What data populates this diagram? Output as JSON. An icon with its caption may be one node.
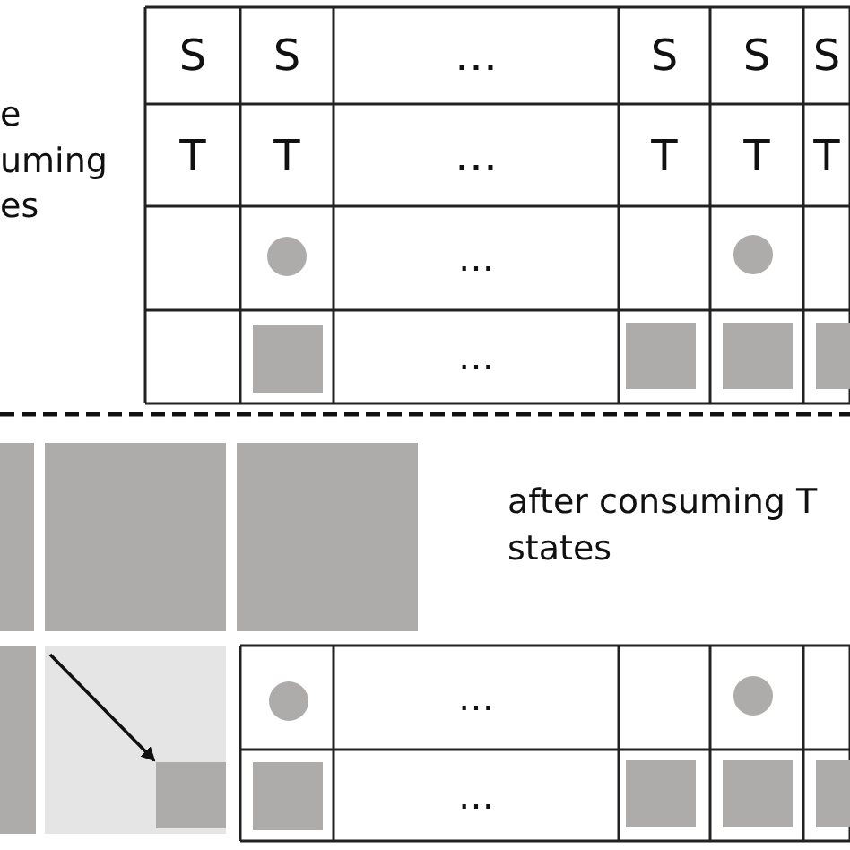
{
  "diagram": {
    "nodes": [
      {
        "text": [],
        "shape": "box"
      },
      {
        "text": [],
        "shape": "box"
      },
      {
        "text": [],
        "shape": "box"
      },
      {
        "text": [],
        "shape": "box"
      },
      {
        "text": [],
        "shape": "box"
      },
      {
        "text": [],
        "shape": "box",
        "in": 4
      }
    ],
    "edges": [
      {
        "from": null,
        "to": 5,
        "arrow": "to"
      }
    ],
    "labels": [
      "e uming es",
      "S",
      "S",
      "…",
      "S",
      "S",
      "S",
      "T",
      "T",
      "…",
      "T",
      "T",
      "T",
      "…",
      "…",
      "after consuming T states",
      "…",
      "…"
    ]
  }
}
